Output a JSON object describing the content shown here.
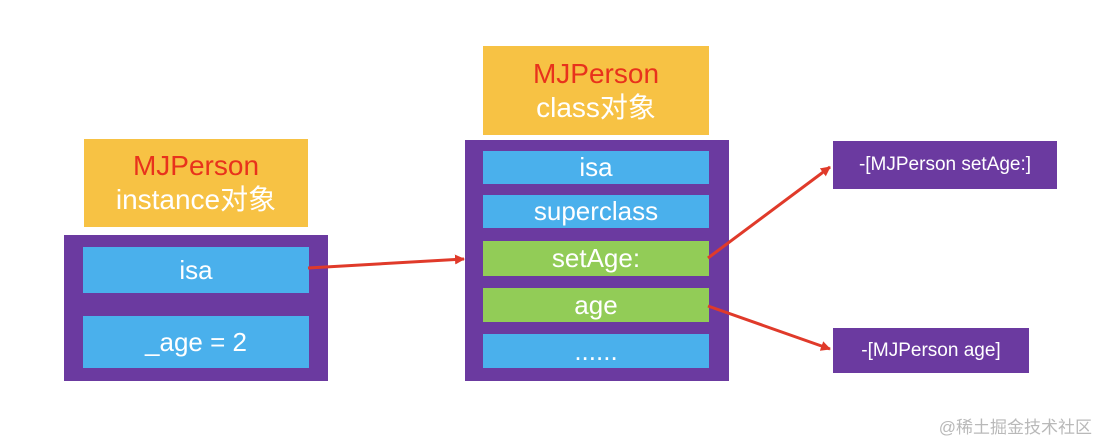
{
  "instance": {
    "name": "MJPerson",
    "kind": "instance对象",
    "cells": [
      "isa",
      "_age = 2"
    ]
  },
  "class_object": {
    "name": "MJPerson",
    "kind": "class对象",
    "cells": [
      "isa",
      "superclass",
      "setAge:",
      "age",
      "......"
    ]
  },
  "methods": {
    "set_age": "-[MJPerson setAge:]",
    "age": "-[MJPerson age]"
  },
  "watermark": "@稀土掘金技术社区",
  "colors": {
    "header_bg": "#f7c244",
    "header_name": "#e8321c",
    "panel": "#6b3aa0",
    "cell_blue": "#4ab0ec",
    "cell_green": "#92cc57",
    "arrow": "#e03a2a"
  }
}
